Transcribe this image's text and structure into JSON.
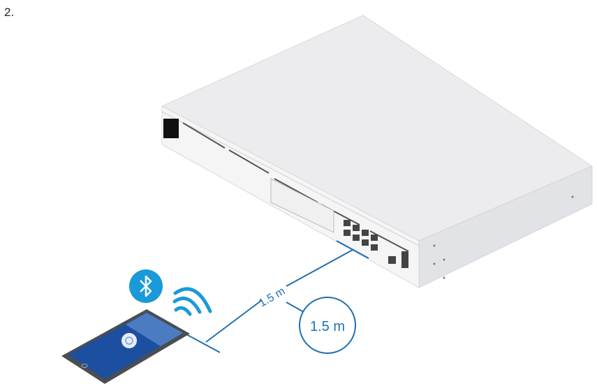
{
  "step_number": "2.",
  "distance_label": "1.5 m",
  "distance_callout": "1.5 m",
  "colors": {
    "accent": "#1a8ad4",
    "line": "#1f6fb0",
    "device": "#eeeff1"
  },
  "icons": [
    "bluetooth-icon",
    "wireless-signal-icon"
  ]
}
